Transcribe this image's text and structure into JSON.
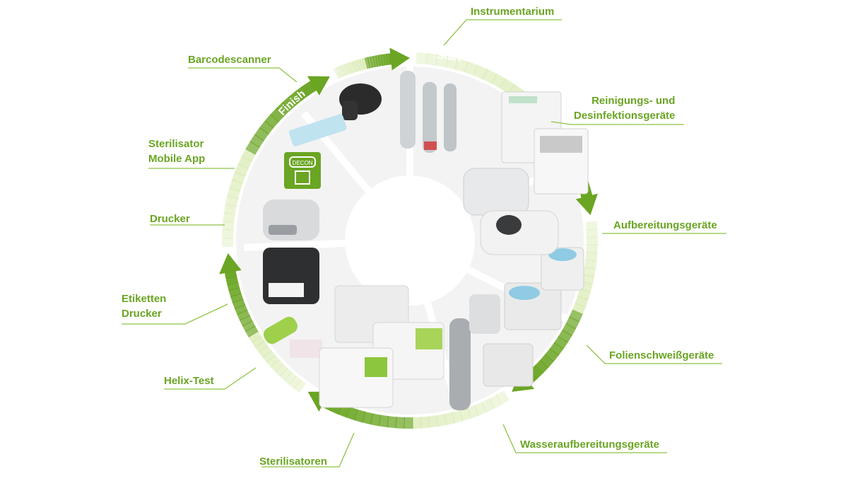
{
  "diagram": {
    "ring_start_label": "Start",
    "ring_finish_label": "Finish",
    "accent_color": "#6aa523",
    "ring_light_color": "#d4e8a8",
    "device_badge_text": "DECON",
    "labels": [
      {
        "id": "instrumentarium",
        "text": "Instrumentarium"
      },
      {
        "id": "reinigung",
        "text": "Reinigungs- und\nDesinfektionsgeräte"
      },
      {
        "id": "aufbereitung",
        "text": "Aufbereitungsgeräte"
      },
      {
        "id": "folien",
        "text": "Folienschweißgeräte"
      },
      {
        "id": "wasser",
        "text": "Wasseraufbereitungsgeräte"
      },
      {
        "id": "sterilisatoren",
        "text": "Sterilisatoren"
      },
      {
        "id": "helix",
        "text": "Helix-Test"
      },
      {
        "id": "etiketten",
        "text": "Etiketten\nDrucker"
      },
      {
        "id": "drucker",
        "text": "Drucker"
      },
      {
        "id": "app",
        "text": "Sterilisator\nMobile App"
      },
      {
        "id": "barcode",
        "text": "Barcodescanner"
      }
    ]
  }
}
